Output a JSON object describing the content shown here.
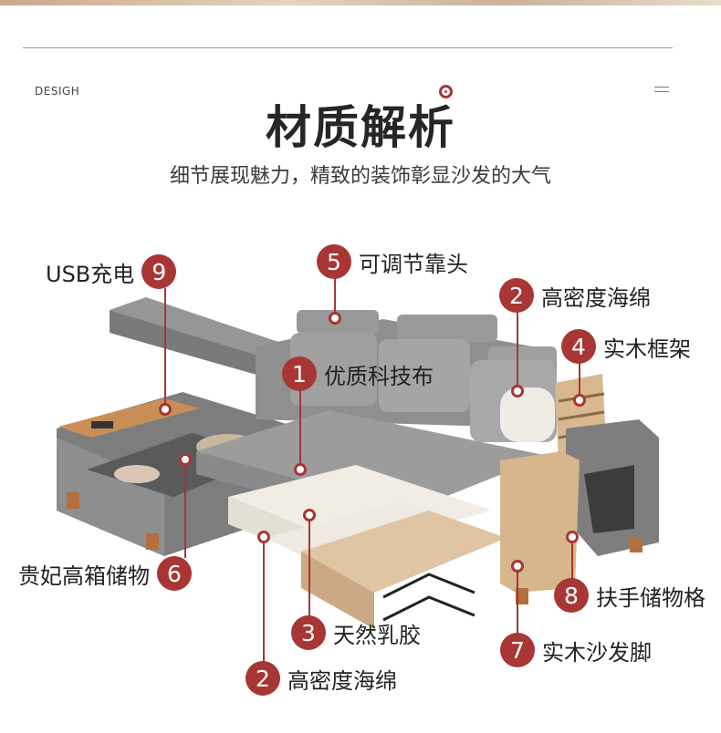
{
  "header": {
    "tag": "DESIGH",
    "title": "材质解析",
    "subtitle": "细节展现魅力，精致的装饰彰显沙发的大气"
  },
  "colors": {
    "accent": "#a73634",
    "fabric": "#8d8d8d",
    "wood": "#d8b993",
    "foam": "#f3efe6"
  },
  "callouts": [
    {
      "num": "9",
      "label": "USB充电"
    },
    {
      "num": "5",
      "label": "可调节靠头"
    },
    {
      "num": "2",
      "label": "高密度海绵"
    },
    {
      "num": "4",
      "label": "实木框架"
    },
    {
      "num": "1",
      "label": "优质科技布"
    },
    {
      "num": "6",
      "label": "贵妃高箱储物"
    },
    {
      "num": "8",
      "label": "扶手储物格"
    },
    {
      "num": "3",
      "label": "天然乳胶"
    },
    {
      "num": "7",
      "label": "实木沙发脚"
    },
    {
      "num": "2",
      "label": "高密度海绵"
    }
  ]
}
